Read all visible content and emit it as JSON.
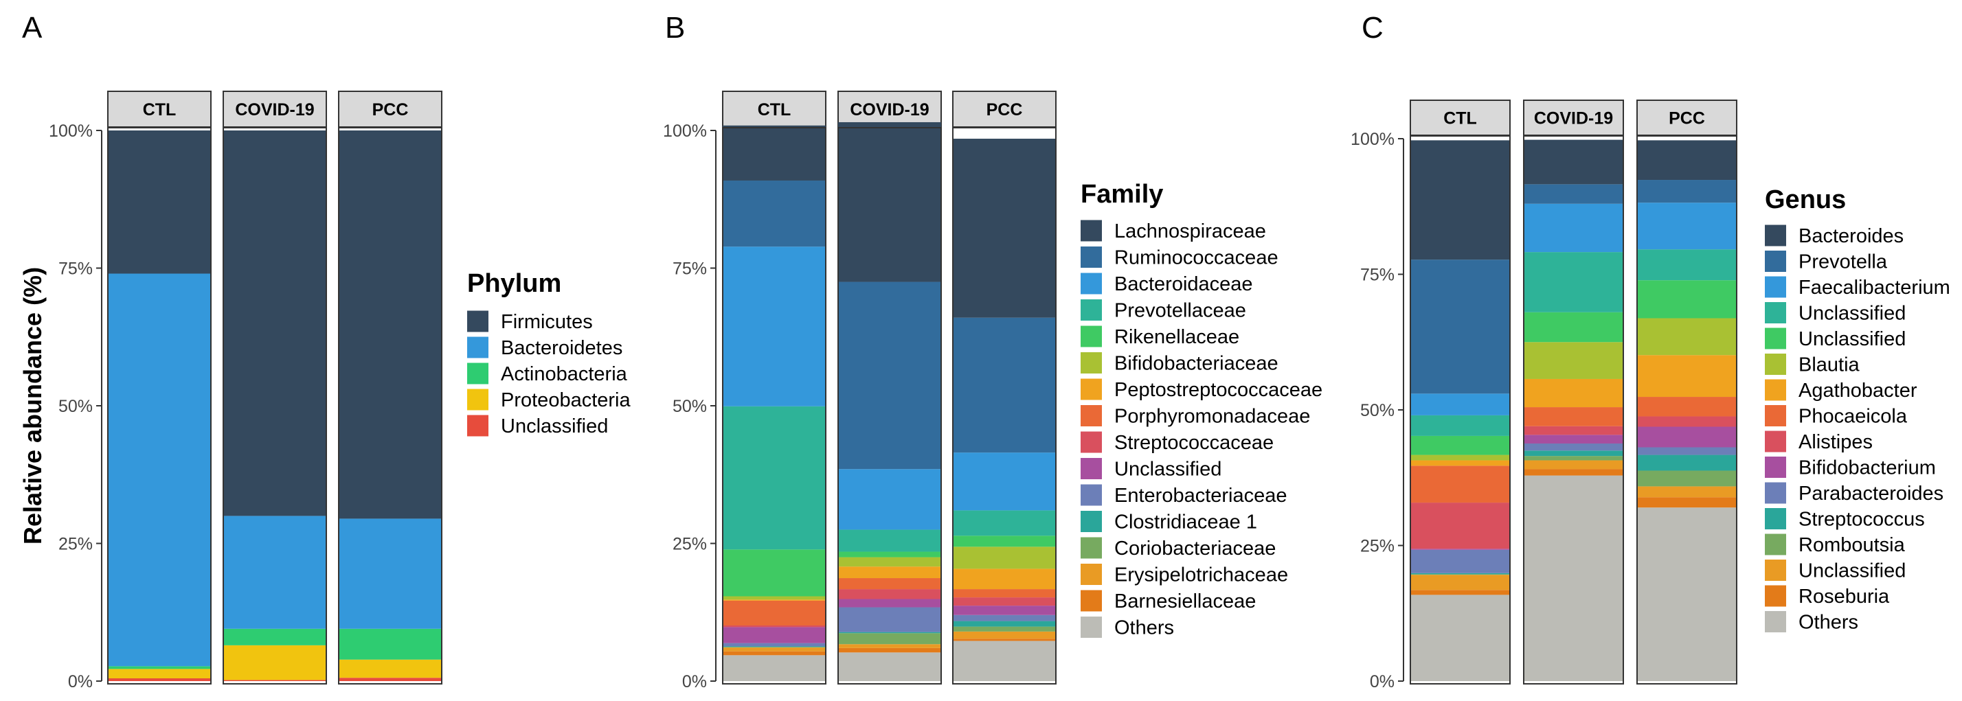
{
  "y_axis_label": "Relative abundance (%)",
  "chart_data": [
    {
      "panel": "A",
      "type": "bar",
      "stacked": true,
      "categories": [
        "CTL",
        "COVID-19",
        "PCC"
      ],
      "yticks": [
        "0%",
        "25%",
        "50%",
        "75%",
        "100%"
      ],
      "ylim": [
        0,
        100
      ],
      "legend_title": "Phylum",
      "series": [
        {
          "name": "Firmicutes",
          "color": "#34495e",
          "values": [
            26.0,
            70.0,
            70.5
          ]
        },
        {
          "name": "Bacteroidetes",
          "color": "#3498db",
          "values": [
            71.3,
            20.5,
            20.0
          ]
        },
        {
          "name": "Actinobacteria",
          "color": "#2ecc71",
          "values": [
            0.5,
            3.0,
            5.6
          ]
        },
        {
          "name": "Proteobacteria",
          "color": "#f1c40f",
          "values": [
            1.7,
            6.3,
            3.3
          ]
        },
        {
          "name": "Unclassified",
          "color": "#e74c3c",
          "values": [
            0.5,
            0.2,
            0.6
          ]
        }
      ]
    },
    {
      "panel": "B",
      "type": "bar",
      "stacked": true,
      "categories": [
        "CTL",
        "COVID-19",
        "PCC"
      ],
      "yticks": [
        "0%",
        "25%",
        "50%",
        "75%",
        "100%"
      ],
      "ylim": [
        0,
        100
      ],
      "legend_title": "Family",
      "series": [
        {
          "name": "Lachnospiraceae",
          "color": "#34495e",
          "values": [
            10.0,
            29.0,
            32.5
          ]
        },
        {
          "name": "Ruminococcaceae",
          "color": "#326c9c",
          "values": [
            12.0,
            34.0,
            24.5
          ]
        },
        {
          "name": "Bacteroidaceae",
          "color": "#3498db",
          "values": [
            29.0,
            11.0,
            10.5
          ]
        },
        {
          "name": "Prevotellaceae",
          "color": "#2eb398",
          "values": [
            26.0,
            4.0,
            4.6
          ]
        },
        {
          "name": "Rikenellaceae",
          "color": "#3fca63",
          "values": [
            8.5,
            1.0,
            2.0
          ]
        },
        {
          "name": "Bifidobacteriaceae",
          "color": "#a9c133",
          "values": [
            0.6,
            1.7,
            4.0
          ]
        },
        {
          "name": "Peptostreptococcaceae",
          "color": "#f0a31f",
          "values": [
            0.2,
            2.1,
            3.7
          ]
        },
        {
          "name": "Porphyromonadaceae",
          "color": "#ea6936",
          "values": [
            4.5,
            2.0,
            1.5
          ]
        },
        {
          "name": "Streptococcaceae",
          "color": "#d9505e",
          "values": [
            0.3,
            1.8,
            1.5
          ]
        },
        {
          "name": "Unclassified",
          "color": "#a74f9f",
          "values": [
            2.9,
            1.5,
            1.7
          ]
        },
        {
          "name": "Enterobacteriaceae",
          "color": "#6c7fb8",
          "values": [
            0.6,
            4.5,
            1.1
          ]
        },
        {
          "name": "Clostridiaceae 1",
          "color": "#2aa69a",
          "values": [
            0.1,
            0.2,
            1.0
          ]
        },
        {
          "name": "Coriobacteriaceae",
          "color": "#77aa60",
          "values": [
            0.1,
            2.0,
            0.9
          ]
        },
        {
          "name": "Erysipelotrichaceae",
          "color": "#e99b24",
          "values": [
            0.7,
            0.7,
            1.3
          ]
        },
        {
          "name": "Barnesiellaceae",
          "color": "#e37b19",
          "values": [
            0.7,
            0.8,
            0.4
          ]
        },
        {
          "name": "Others",
          "color": "#bcbcb6",
          "values": [
            4.7,
            5.2,
            7.3
          ]
        }
      ]
    },
    {
      "panel": "C",
      "type": "bar",
      "stacked": true,
      "categories": [
        "CTL",
        "COVID-19",
        "PCC"
      ],
      "yticks": [
        "0%",
        "25%",
        "50%",
        "75%",
        "100%"
      ],
      "ylim": [
        0,
        100
      ],
      "legend_title": "Genus",
      "series": [
        {
          "name": "Bacteroides",
          "color": "#34495e",
          "values": [
            22.0,
            8.2,
            7.3
          ]
        },
        {
          "name": "Prevotella",
          "color": "#326c9c",
          "values": [
            24.7,
            3.6,
            4.2
          ]
        },
        {
          "name": "Faecalibacterium",
          "color": "#3498db",
          "values": [
            4.0,
            8.9,
            8.6
          ]
        },
        {
          "name": "Unclassified",
          "color": "#2eb398",
          "values": [
            3.8,
            11.1,
            5.7
          ]
        },
        {
          "name": "Unclassified",
          "color": "#3fca63",
          "values": [
            3.5,
            5.5,
            7.0
          ]
        },
        {
          "name": "Blautia",
          "color": "#a9c133",
          "values": [
            1.0,
            6.8,
            6.8
          ]
        },
        {
          "name": "Agathobacter",
          "color": "#f0a31f",
          "values": [
            1.0,
            5.2,
            7.7
          ]
        },
        {
          "name": "Phocaeicola",
          "color": "#ea6936",
          "values": [
            6.8,
            3.5,
            3.6
          ]
        },
        {
          "name": "Alistipes",
          "color": "#d9505e",
          "values": [
            8.5,
            1.6,
            1.9
          ]
        },
        {
          "name": "Bifidobacterium",
          "color": "#a74f9f",
          "values": [
            0.2,
            1.6,
            3.8
          ]
        },
        {
          "name": "Parabacteroides",
          "color": "#6c7fb8",
          "values": [
            4.3,
            1.3,
            1.4
          ]
        },
        {
          "name": "Streptococcus",
          "color": "#2aa69a",
          "values": [
            0.2,
            1.0,
            2.9
          ]
        },
        {
          "name": "Romboutsia",
          "color": "#77aa60",
          "values": [
            0.1,
            0.8,
            2.9
          ]
        },
        {
          "name": "Unclassified",
          "color": "#e99b24",
          "values": [
            2.8,
            1.6,
            2.0
          ]
        },
        {
          "name": "Roseburia",
          "color": "#e37b19",
          "values": [
            0.9,
            1.2,
            1.9
          ]
        },
        {
          "name": "Others",
          "color": "#bcbcb6",
          "values": [
            15.9,
            37.9,
            32.0
          ]
        }
      ]
    }
  ]
}
